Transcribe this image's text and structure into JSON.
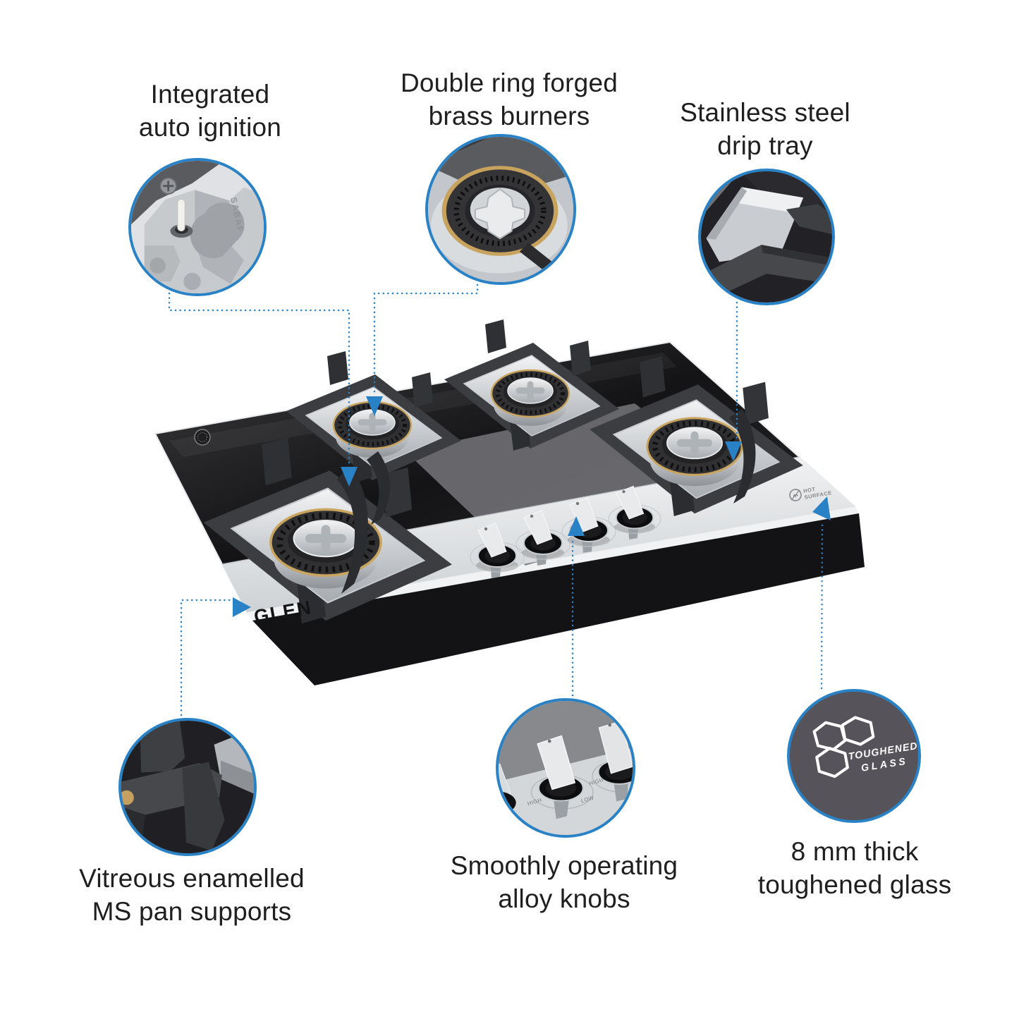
{
  "colors": {
    "accent_blue": "#2a82c6",
    "badge_gray": "#56535a",
    "text": "#1f1f1f",
    "brass": "#c8a35e"
  },
  "features": [
    {
      "id": "auto-ignition",
      "line1": "Integrated",
      "line2": "auto ignition"
    },
    {
      "id": "brass-burners",
      "line1": "Double ring forged",
      "line2": "brass burners"
    },
    {
      "id": "drip-tray",
      "line1": "Stainless steel",
      "line2": "drip tray"
    },
    {
      "id": "pan-supports",
      "line1": "Vitreous enamelled",
      "line2": "MS pan supports"
    },
    {
      "id": "alloy-knobs",
      "line1": "Smoothly operating",
      "line2": "alloy knobs"
    },
    {
      "id": "toughened-glass",
      "line1": "8 mm thick",
      "line2": "toughened glass"
    }
  ],
  "product": {
    "brand": "GLEN",
    "burner_marking": "SABAF",
    "hot_surface_line1": "HOT",
    "hot_surface_line2": "SURFACE",
    "knob_marking_high": "HIGH",
    "knob_marking_low": "LOW",
    "badge": {
      "line1": "TOUGHENED",
      "line2": "GLASS"
    }
  }
}
